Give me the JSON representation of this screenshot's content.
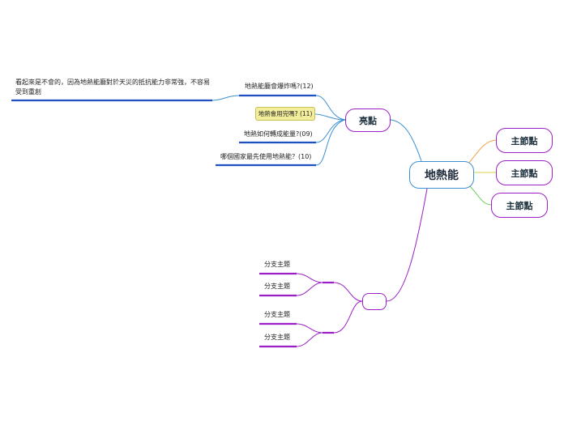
{
  "mindmap": {
    "central": "地熱能",
    "highlight_topic": "亮點",
    "questions": [
      "地熱能廳會爆炸嗎?(12)",
      "地熱會用完嗎? (11)",
      "地熱如何轉成能量?(09)",
      "哪個國家最先使用地熱能？(10)"
    ],
    "note": "看起來是不會的，因為地熱能廳對於天災的抵抗能力非常強，不容易受到重創",
    "main_points": [
      "主節點",
      "主節點",
      "主節點"
    ],
    "empty_topic": "",
    "subtopics": [
      "分支主題",
      "分支主題",
      "分支主題",
      "分支主題"
    ]
  },
  "colors": {
    "central_border": "#3d8fd0",
    "topic_border": "#9b1fc5",
    "underline_blue": "#1f4fc0",
    "underline_purple": "#9b1fc5",
    "link_blue": "#3d8fd0",
    "link_orange": "#f2a24a",
    "link_yellow": "#d8d24a",
    "link_green": "#6fd05a",
    "link_purple": "#9b1fc5",
    "question_highlight": "#f2ee9c"
  }
}
